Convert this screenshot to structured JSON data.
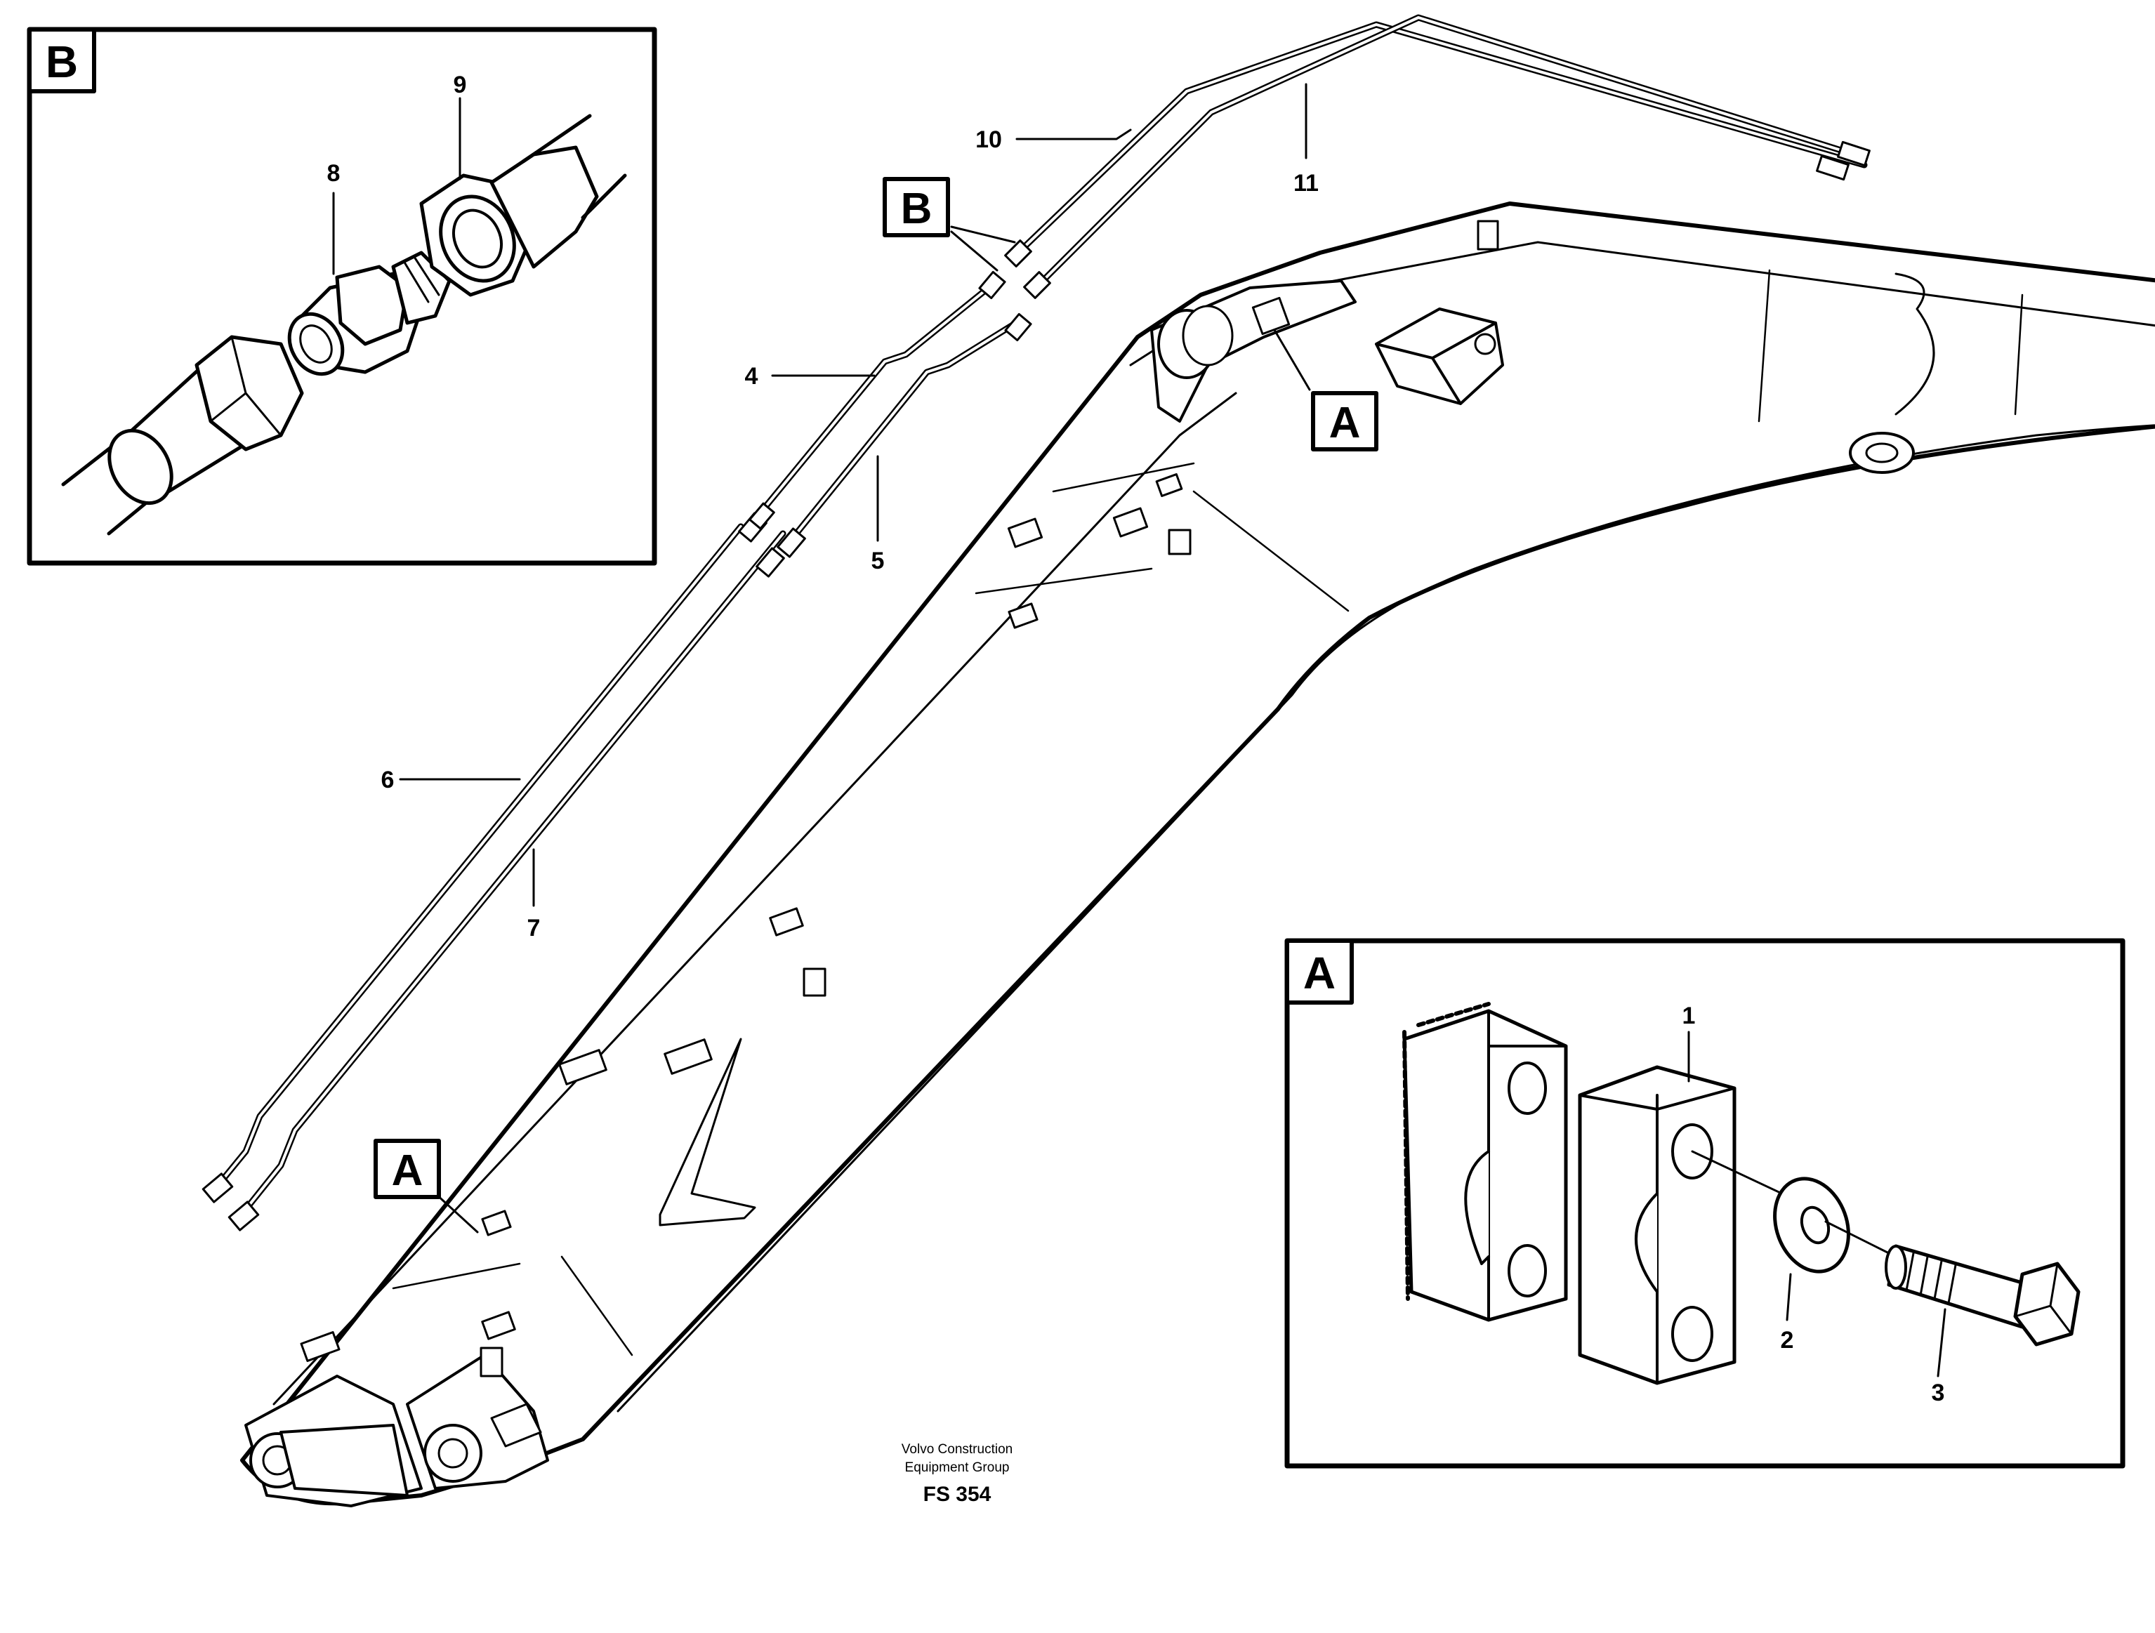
{
  "callouts": {
    "c1": "1",
    "c2": "2",
    "c3": "3",
    "c4": "4",
    "c5": "5",
    "c6": "6",
    "c7": "7",
    "c8": "8",
    "c9": "9",
    "c10": "10",
    "c11": "11"
  },
  "detail_tags": {
    "a": "A",
    "b": "B"
  },
  "credit": {
    "line1": "Volvo Construction",
    "line2": "Equipment Group",
    "code": "FS 354"
  }
}
